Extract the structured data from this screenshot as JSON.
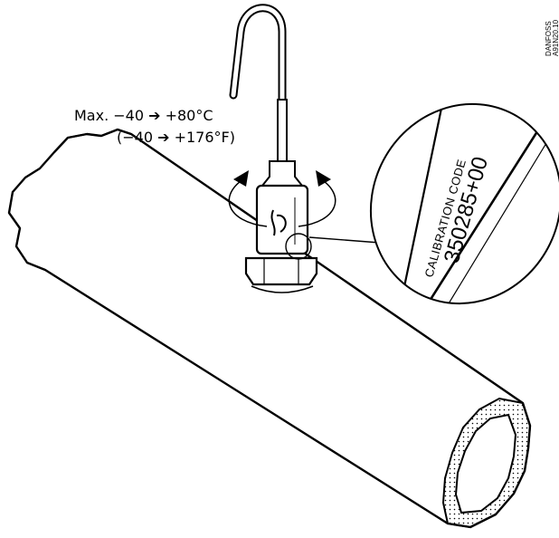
{
  "temperature": {
    "celsius_line": "Max. −40 ➔ +80°C",
    "fahrenheit_line": "(−40 ➔ +176°F)"
  },
  "callout": {
    "heading": "CALIBRATION CODE",
    "code": "350285+00"
  },
  "drawing_ref": {
    "maker": "DANFOSS",
    "number": "A91N20.10"
  },
  "colors": {
    "ink": "#000000",
    "paper": "#ffffff"
  }
}
